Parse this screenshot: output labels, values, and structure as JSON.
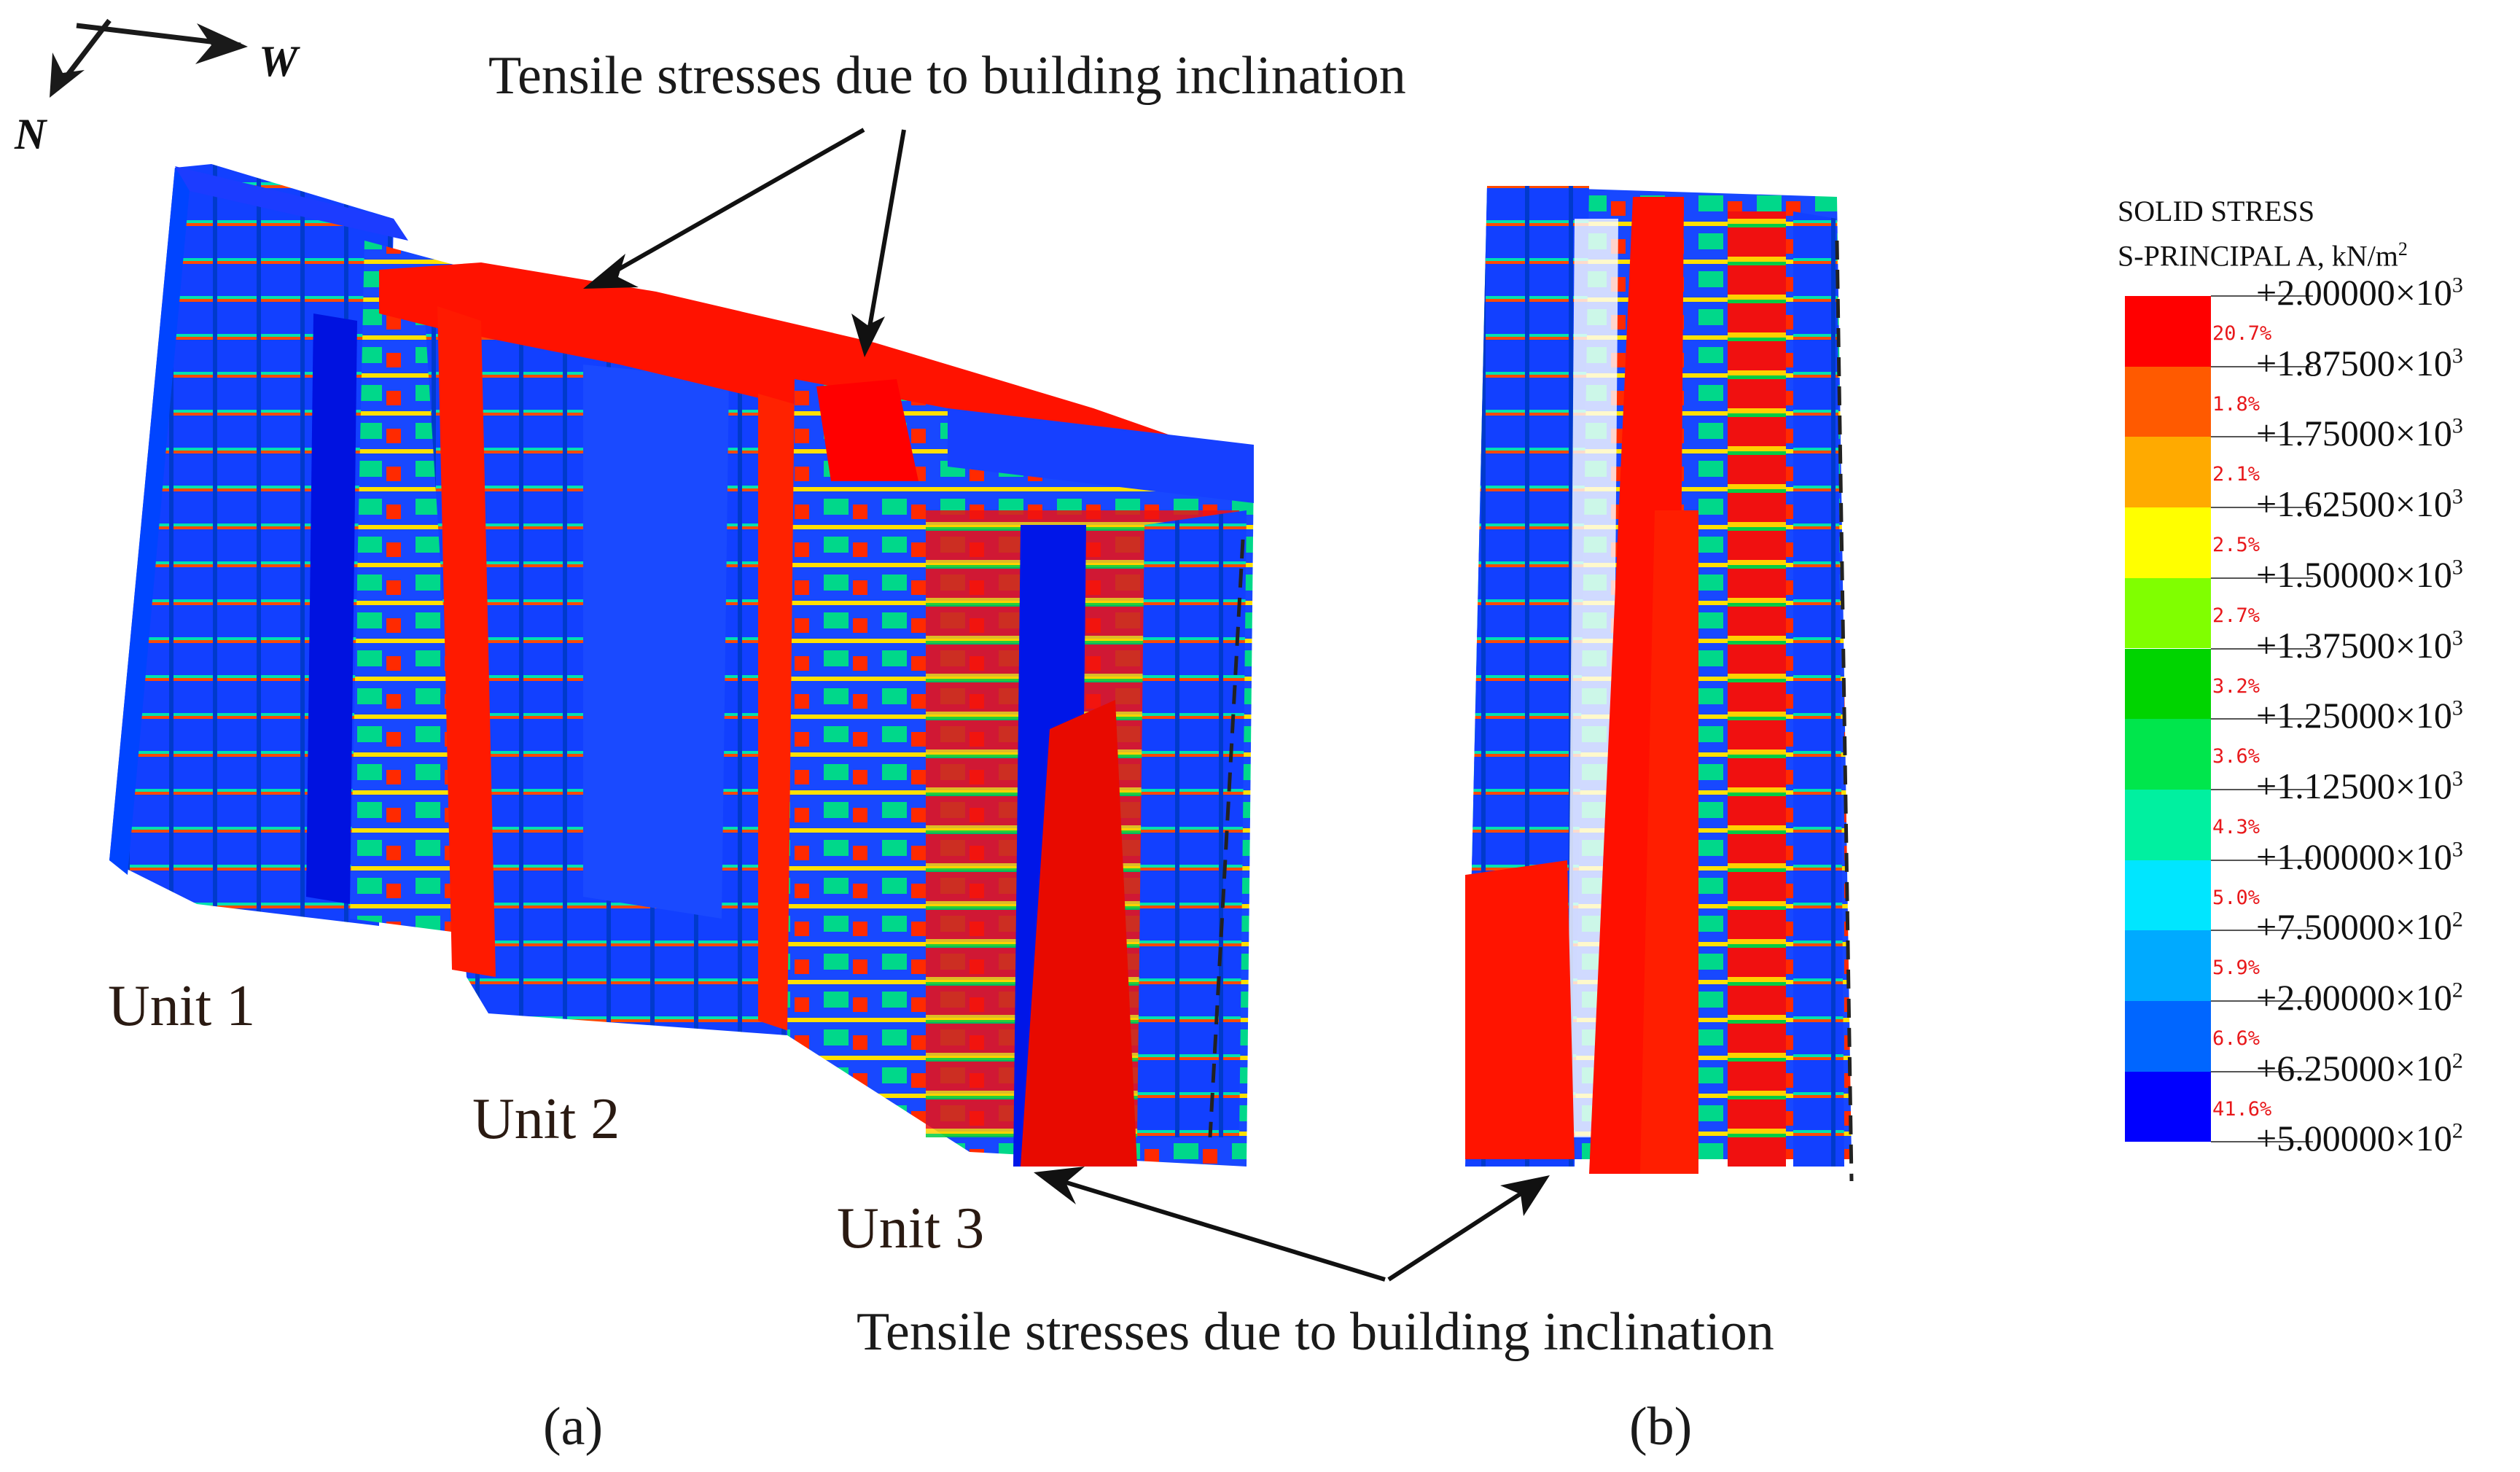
{
  "compass": {
    "north": "N",
    "west": "W"
  },
  "annotations": {
    "top": "Tensile stresses due to building inclination",
    "bottom": "Tensile stresses due to building inclination"
  },
  "units": [
    "Unit 1",
    "Unit 2",
    "Unit 3"
  ],
  "captions": {
    "a": "(a)",
    "b": "(b)"
  },
  "legend": {
    "title_line1": "SOLID STRESS",
    "title_line2": "S-PRINCIPAL A, kN/m",
    "title_sup": "2",
    "values": [
      {
        "mantissa": "+2.00000×10",
        "exp": "3"
      },
      {
        "mantissa": "+1.87500×10",
        "exp": "3"
      },
      {
        "mantissa": "+1.75000×10",
        "exp": "3"
      },
      {
        "mantissa": "+1.62500×10",
        "exp": "3"
      },
      {
        "mantissa": "+1.50000×10",
        "exp": "3"
      },
      {
        "mantissa": "+1.37500×10",
        "exp": "3"
      },
      {
        "mantissa": "+1.25000×10",
        "exp": "3"
      },
      {
        "mantissa": "+1.12500×10",
        "exp": "3"
      },
      {
        "mantissa": "+1.00000×10",
        "exp": "3"
      },
      {
        "mantissa": "+7.50000×10",
        "exp": "2"
      },
      {
        "mantissa": "+2.00000×10",
        "exp": "2"
      },
      {
        "mantissa": "+6.25000×10",
        "exp": "2"
      },
      {
        "mantissa": "+5.00000×10",
        "exp": "2"
      }
    ],
    "bands": [
      {
        "color": "#ff0000",
        "pct": "20.7%"
      },
      {
        "color": "#ff5a00",
        "pct": "1.8%"
      },
      {
        "color": "#ffaa00",
        "pct": "2.1%"
      },
      {
        "color": "#ffff00",
        "pct": "2.5%"
      },
      {
        "color": "#80ff00",
        "pct": "2.7%"
      },
      {
        "color": "#00d400",
        "pct": "3.2%"
      },
      {
        "color": "#00e64c",
        "pct": "3.6%"
      },
      {
        "color": "#00f0a0",
        "pct": "4.3%"
      },
      {
        "color": "#00e6ff",
        "pct": "5.0%"
      },
      {
        "color": "#00aaff",
        "pct": "5.9%"
      },
      {
        "color": "#0066ff",
        "pct": "6.6%"
      },
      {
        "color": "#0000ff",
        "pct": "41.6%"
      }
    ]
  }
}
